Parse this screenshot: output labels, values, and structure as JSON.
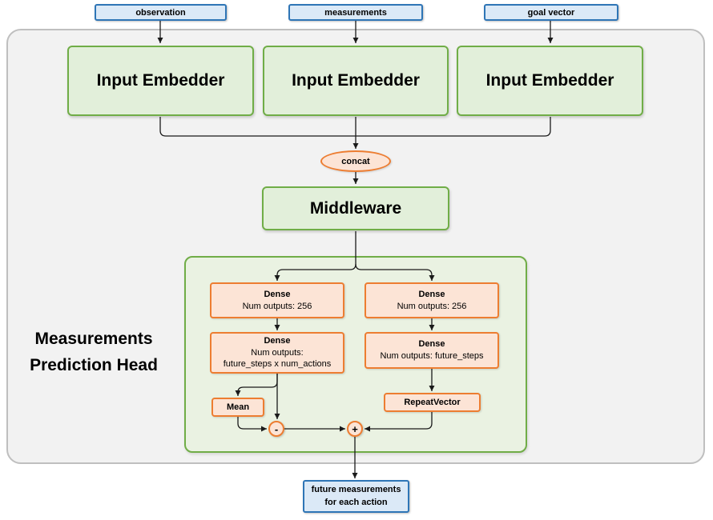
{
  "diagram": {
    "inputs": [
      {
        "label": "observation"
      },
      {
        "label": "measurements"
      },
      {
        "label": "goal vector"
      }
    ],
    "embedders": [
      {
        "label": "Input Embedder"
      },
      {
        "label": "Input Embedder"
      },
      {
        "label": "Input Embedder"
      }
    ],
    "concat_label": "concat",
    "middleware_label": "Middleware",
    "head": {
      "title_line1": "Measurements",
      "title_line2": "Prediction Head",
      "action_branch": {
        "dense1_title": "Dense",
        "dense1_sub": "Num outputs: 256",
        "dense2_title": "Dense",
        "dense2_sub1": "Num outputs:",
        "dense2_sub2": "future_steps x num_actions",
        "mean_label": "Mean",
        "minus_label": "-"
      },
      "expectation_branch": {
        "dense1_title": "Dense",
        "dense1_sub": "Num outputs: 256",
        "dense2_title": "Dense",
        "dense2_sub": "Num outputs: future_steps",
        "repeat_label": "RepeatVector",
        "plus_label": "+"
      }
    },
    "output": {
      "line1": "future measurements",
      "line2": "for each action"
    }
  },
  "colors": {
    "input_fill": "#dbe9f7",
    "input_border": "#2e75b6",
    "green_fill": "#e2efda",
    "green_border": "#70ad47",
    "orange_fill": "#fce4d6",
    "orange_border": "#ed7d31",
    "panel_fill": "#f2f2f2",
    "panel_border": "#bfbfbf",
    "wire": "#1a1a1a"
  }
}
